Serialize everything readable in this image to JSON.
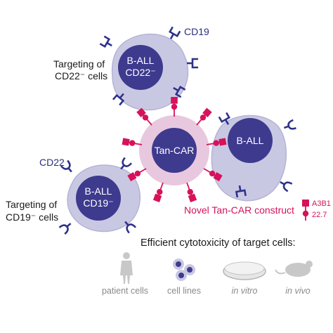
{
  "colors": {
    "cell_body": "#c9c8e3",
    "cell_outline": "#b4b3d6",
    "nucleus": "#3e3a8e",
    "receptor_blue": "#2f3289",
    "car_red": "#d6125a",
    "tan_car_halo": "#d9a3c8",
    "gray_icon": "#bdbdbd"
  },
  "labels": {
    "top_cell_nucleus_line1": "B-ALL",
    "top_cell_nucleus_line2": "CD22⁻",
    "left_cell_nucleus_line1": "B-ALL",
    "left_cell_nucleus_line2": "CD19⁻",
    "right_cell_nucleus": "B-ALL",
    "center_cell": "Tan-CAR",
    "cd19": "CD19",
    "cd22": "CD22",
    "targeting_cd22_line1": "Targeting of",
    "targeting_cd22_line2": "CD22⁻ cells",
    "targeting_cd19_line1": "Targeting of",
    "targeting_cd19_line2": "CD19⁻ cells",
    "novel_construct": "Novel Tan-CAR construct",
    "a3b1": "A3B1",
    "v227": "22.7"
  },
  "efficacy": {
    "title": "Efficient cytotoxicity of target cells:",
    "items": [
      {
        "label": "patient cells",
        "icon": "human-figure-icon",
        "italic": false
      },
      {
        "label": "cell lines",
        "icon": "cell-cluster-icon",
        "italic": false
      },
      {
        "label": "in vitro",
        "icon": "petri-dish-icon",
        "italic": true
      },
      {
        "label": "in vivo",
        "icon": "mouse-icon",
        "italic": true
      }
    ]
  }
}
